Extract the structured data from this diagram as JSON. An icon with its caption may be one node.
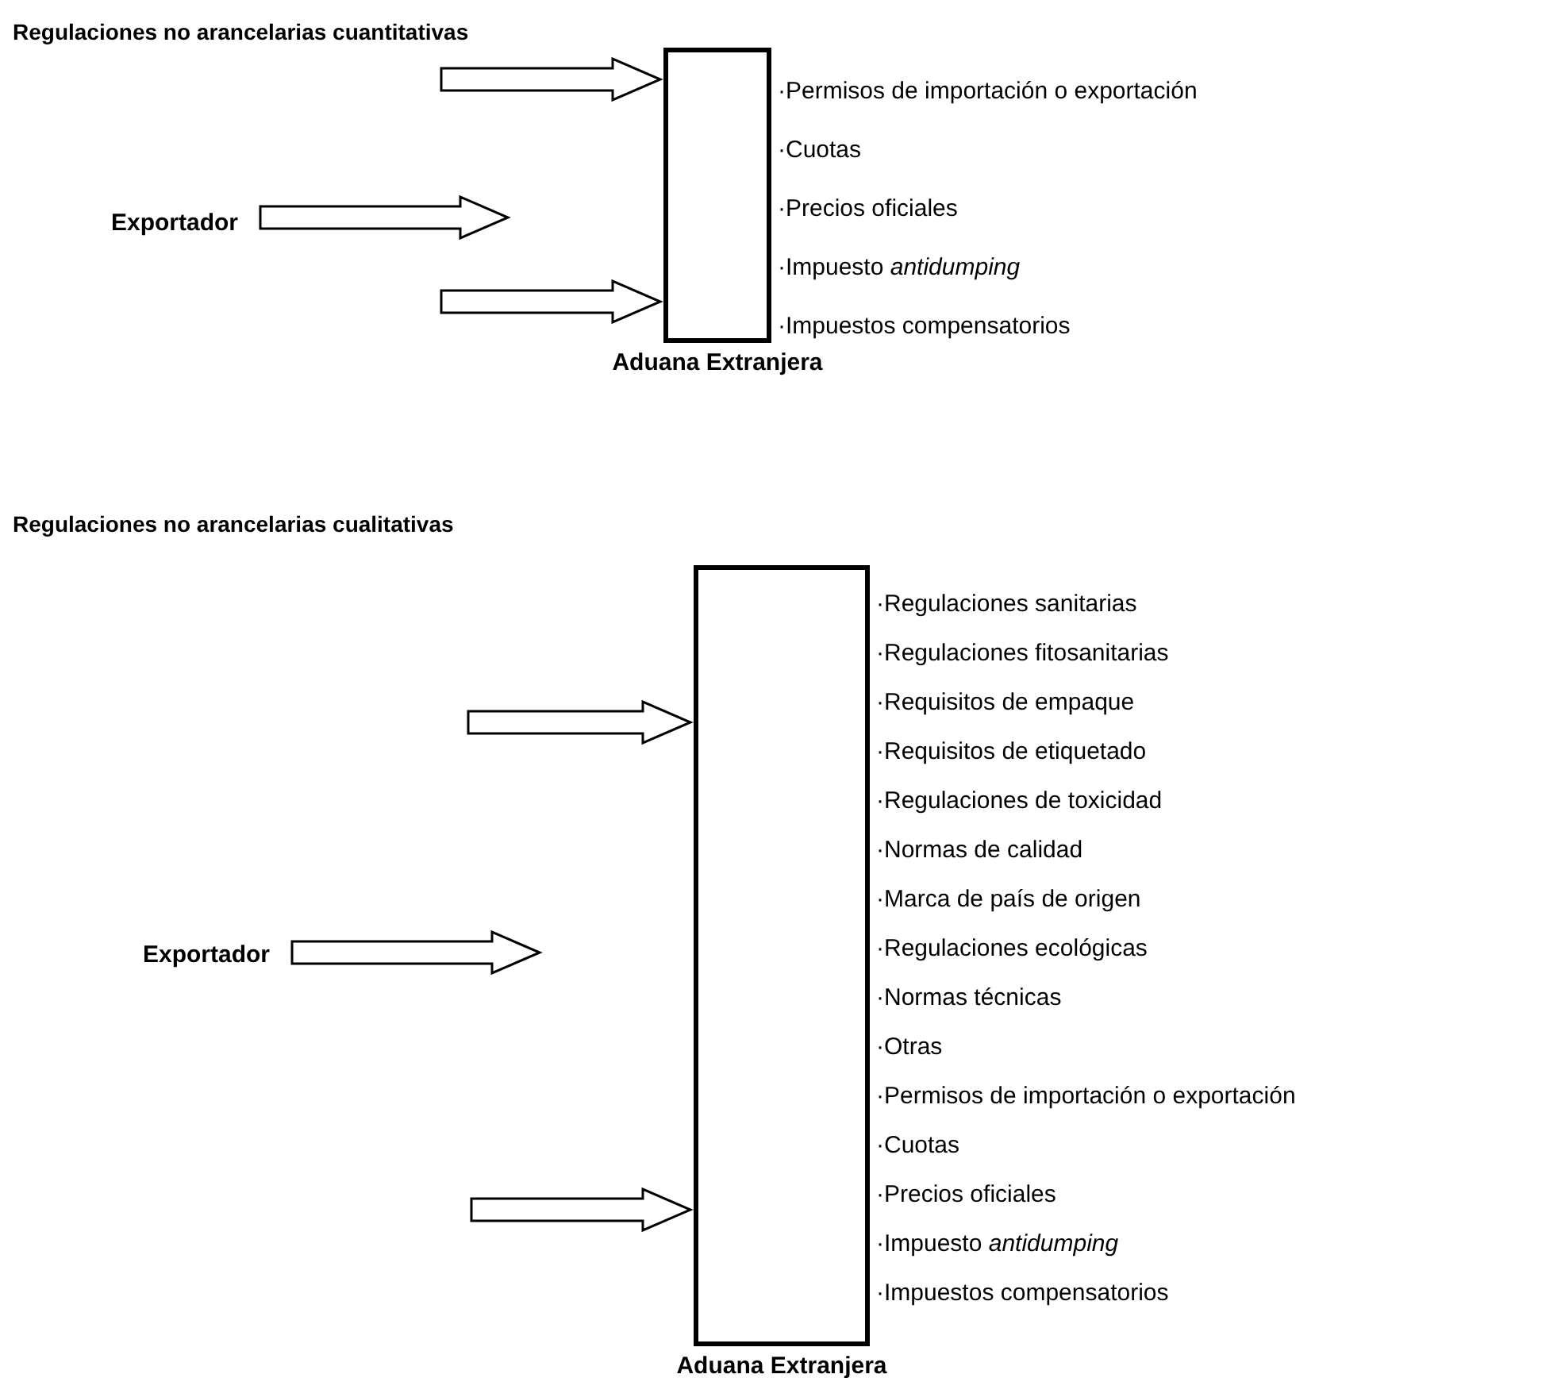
{
  "diagram": {
    "nodes": [
      {
        "text": [
          "Exportador"
        ]
      },
      {
        "text": [
          "Aduana Extranjera"
        ],
        "beside": [
          "·Permisos de importación o exportación",
          "·Cuotas",
          "·Precios oficiales",
          "·Impuesto *antidumping*",
          "·Impuestos compensatorios"
        ]
      },
      {
        "text": [
          "Exportador"
        ]
      },
      {
        "text": [
          "Aduana Extranjera"
        ],
        "beside": [
          "·Regulaciones sanitarias",
          "·Regulaciones fitosanitarias",
          "·Requisitos de empaque",
          "·Requisitos de etiquetado",
          "·Regulaciones de toxicidad",
          "·Normas de calidad",
          "·Marca de país de origen",
          "·Regulaciones ecológicas",
          "·Normas técnicas",
          "·Otras",
          "·Permisos de importación o exportación",
          "·Cuotas",
          "·Precios oficiales",
          "·Impuesto *antidumping*",
          "·Impuestos compensatorios"
        ]
      }
    ],
    "edges": [
      {
        "from": null,
        "to": 1,
        "arrow": "to"
      },
      {
        "from": 0,
        "to": null,
        "arrow": "to"
      },
      {
        "from": null,
        "to": 1,
        "arrow": "to"
      },
      {
        "from": null,
        "to": 3,
        "arrow": "to"
      },
      {
        "from": 2,
        "to": null,
        "arrow": "to"
      },
      {
        "from": null,
        "to": 3,
        "arrow": "to"
      }
    ],
    "labels": [
      "Regulaciones no arancelarias cuantitativas",
      "Regulaciones no arancelarias cualitativas"
    ]
  }
}
